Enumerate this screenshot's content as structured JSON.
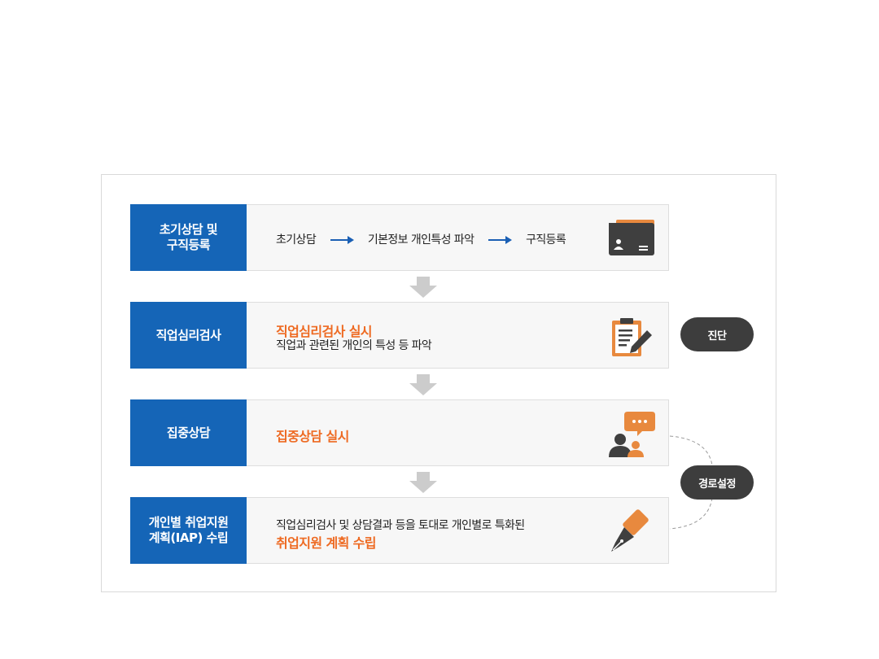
{
  "steps": [
    {
      "label_line1": "초기상담 및",
      "label_line2": "구직등록",
      "flow": [
        "초기상담",
        "기본정보 개인특성 파악",
        "구직등록"
      ],
      "icon": "id-card-folder-icon"
    },
    {
      "label_line1": "직업심리검사",
      "highlight": "직업심리검사 실시",
      "desc": "직업과 관련된 개인의 특성 등 파악",
      "icon": "clipboard-pencil-icon"
    },
    {
      "label_line1": "집중상담",
      "highlight": "집중상담 실시",
      "icon": "consultation-people-icon"
    },
    {
      "label_line1": "개인별 취업지원",
      "label_line2": "계획(IAP) 수립",
      "desc": "직업심리검사 및 상담결과 등을 토대로 개인별로 특화된",
      "highlight": "취업지원 계획 수립",
      "icon": "fountain-pen-icon"
    }
  ],
  "badges": {
    "diagnosis": "진단",
    "path_setting": "경로설정"
  },
  "colors": {
    "label_bg": "#1565b7",
    "highlight": "#ee6a22",
    "badge_bg": "#3d3d3d",
    "arrow_blue": "#1a5fb4",
    "down_arrow": "#cccccc",
    "icon_orange": "#e8893e",
    "icon_dark": "#3f3f3f"
  }
}
